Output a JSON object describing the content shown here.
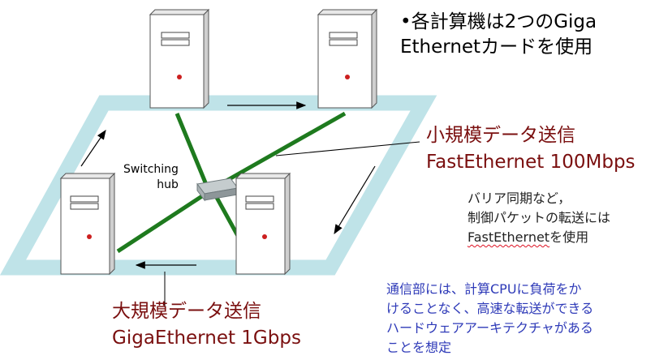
{
  "bullet": {
    "line1": "•各計算機は2つのGiga",
    "line2": "Ethernetカードを使用"
  },
  "small_data": {
    "line1": "小規模データ送信",
    "line2": "FastEthernet 100Mbps"
  },
  "barrier_note": {
    "line1": "バリア同期など，",
    "line2": "制御パケットの転送には",
    "line3_highlight": "FastEthernet",
    "line3_rest": "を使用"
  },
  "comm_note": {
    "line1": "通信部には、計算CPUに負荷をか",
    "line2": "けることなく、高速な転送ができる",
    "line3": "ハードウェアアーキテクチャがある",
    "line4": "ことを想定"
  },
  "large_data": {
    "line1": "大規模データ送信",
    "line2": "GigaEthernet  1Gbps"
  },
  "hub": {
    "line1": "Switching",
    "line2": "hub"
  },
  "colors": {
    "ring": "#bfe3e8",
    "fast_link": "#1e7a1e",
    "title_red": "#7a0f0f",
    "note_blue": "#2e3ab8",
    "server_body": "#ffffff",
    "server_shade": "#cfcfcf",
    "hub": "#9aa3a6"
  }
}
